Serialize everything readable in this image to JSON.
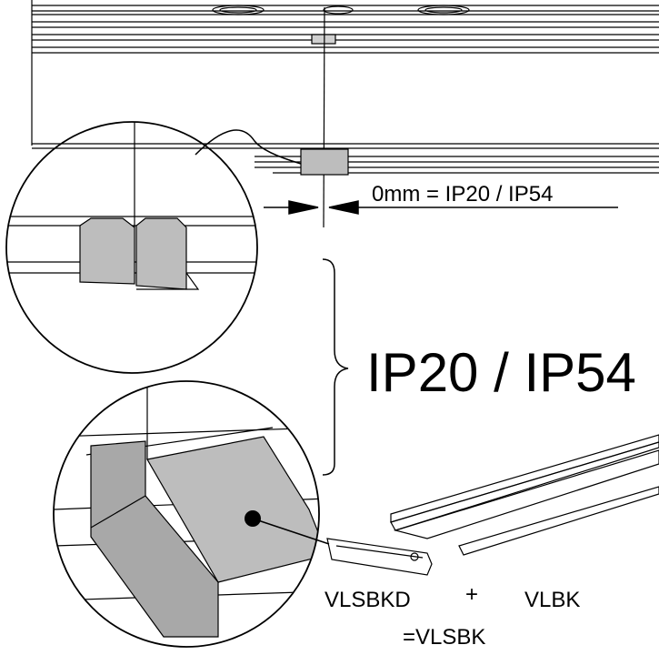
{
  "labels": {
    "gap_note": "0mm = IP20 / IP54",
    "protection_rating": "IP20 / IP54",
    "part_left": "VLSBKD",
    "plus_sign": "+",
    "part_right": "VLBK",
    "result": "=VLSBK"
  },
  "colors": {
    "line": "#000000",
    "part_fill": "#bdbdbd",
    "part_fill_dark": "#a8a8a8",
    "background": "#ffffff"
  }
}
